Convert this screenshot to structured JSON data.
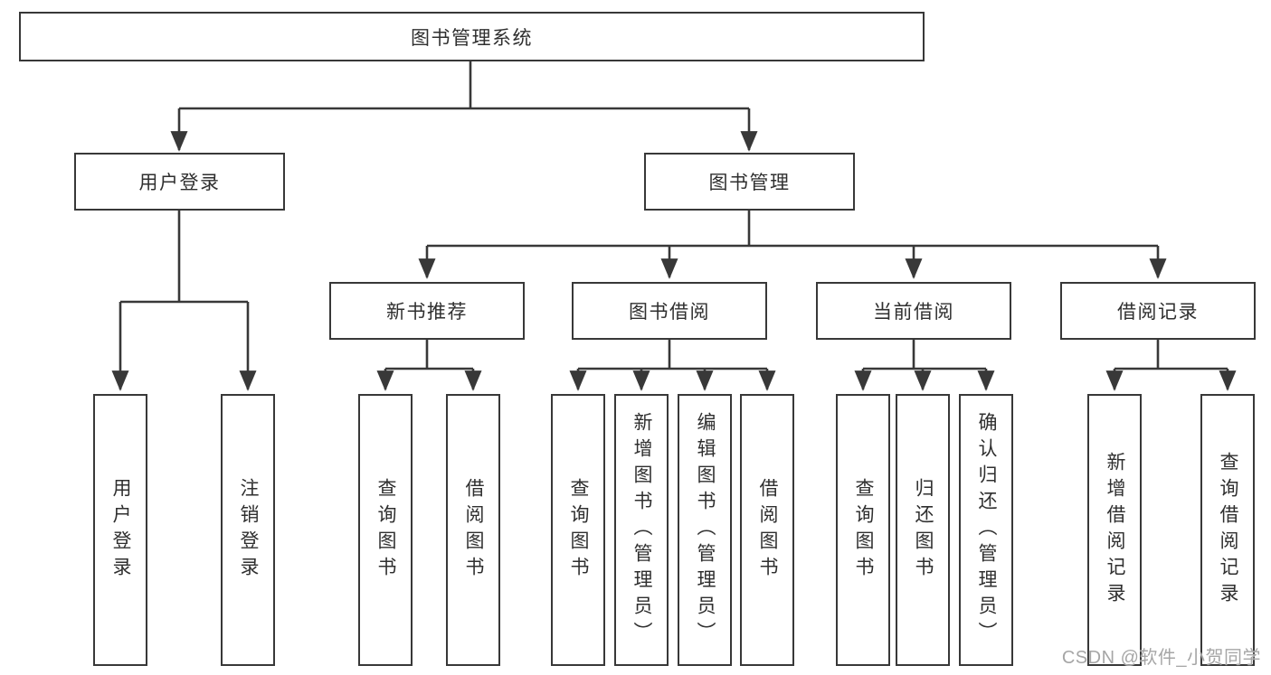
{
  "diagram": {
    "root": {
      "label": "图书管理系统"
    },
    "branches": [
      {
        "label": "用户登录",
        "children": [
          {
            "label": "用户登录"
          },
          {
            "label": "注销登录"
          }
        ]
      },
      {
        "label": "图书管理",
        "children": [
          {
            "label": "新书推荐",
            "children": [
              {
                "label": "查询图书"
              },
              {
                "label": "借阅图书"
              }
            ]
          },
          {
            "label": "图书借阅",
            "children": [
              {
                "label": "查询图书"
              },
              {
                "label": "新增图书（管理员）"
              },
              {
                "label": "编辑图书（管理员）"
              },
              {
                "label": "借阅图书"
              }
            ]
          },
          {
            "label": "当前借阅",
            "children": [
              {
                "label": "查询图书"
              },
              {
                "label": "归还图书"
              },
              {
                "label": "确认归还（管理员）"
              }
            ]
          },
          {
            "label": "借阅记录",
            "children": [
              {
                "label": "新增借阅记录"
              },
              {
                "label": "查询借阅记录"
              }
            ]
          }
        ]
      }
    ]
  },
  "watermark": {
    "text": "CSDN @软件_小贺同学"
  },
  "colors": {
    "line": "#383838",
    "box_border": "#383838",
    "text": "#2f2f2f",
    "watermark": "#a6a6a6",
    "background": "#ffffff"
  }
}
